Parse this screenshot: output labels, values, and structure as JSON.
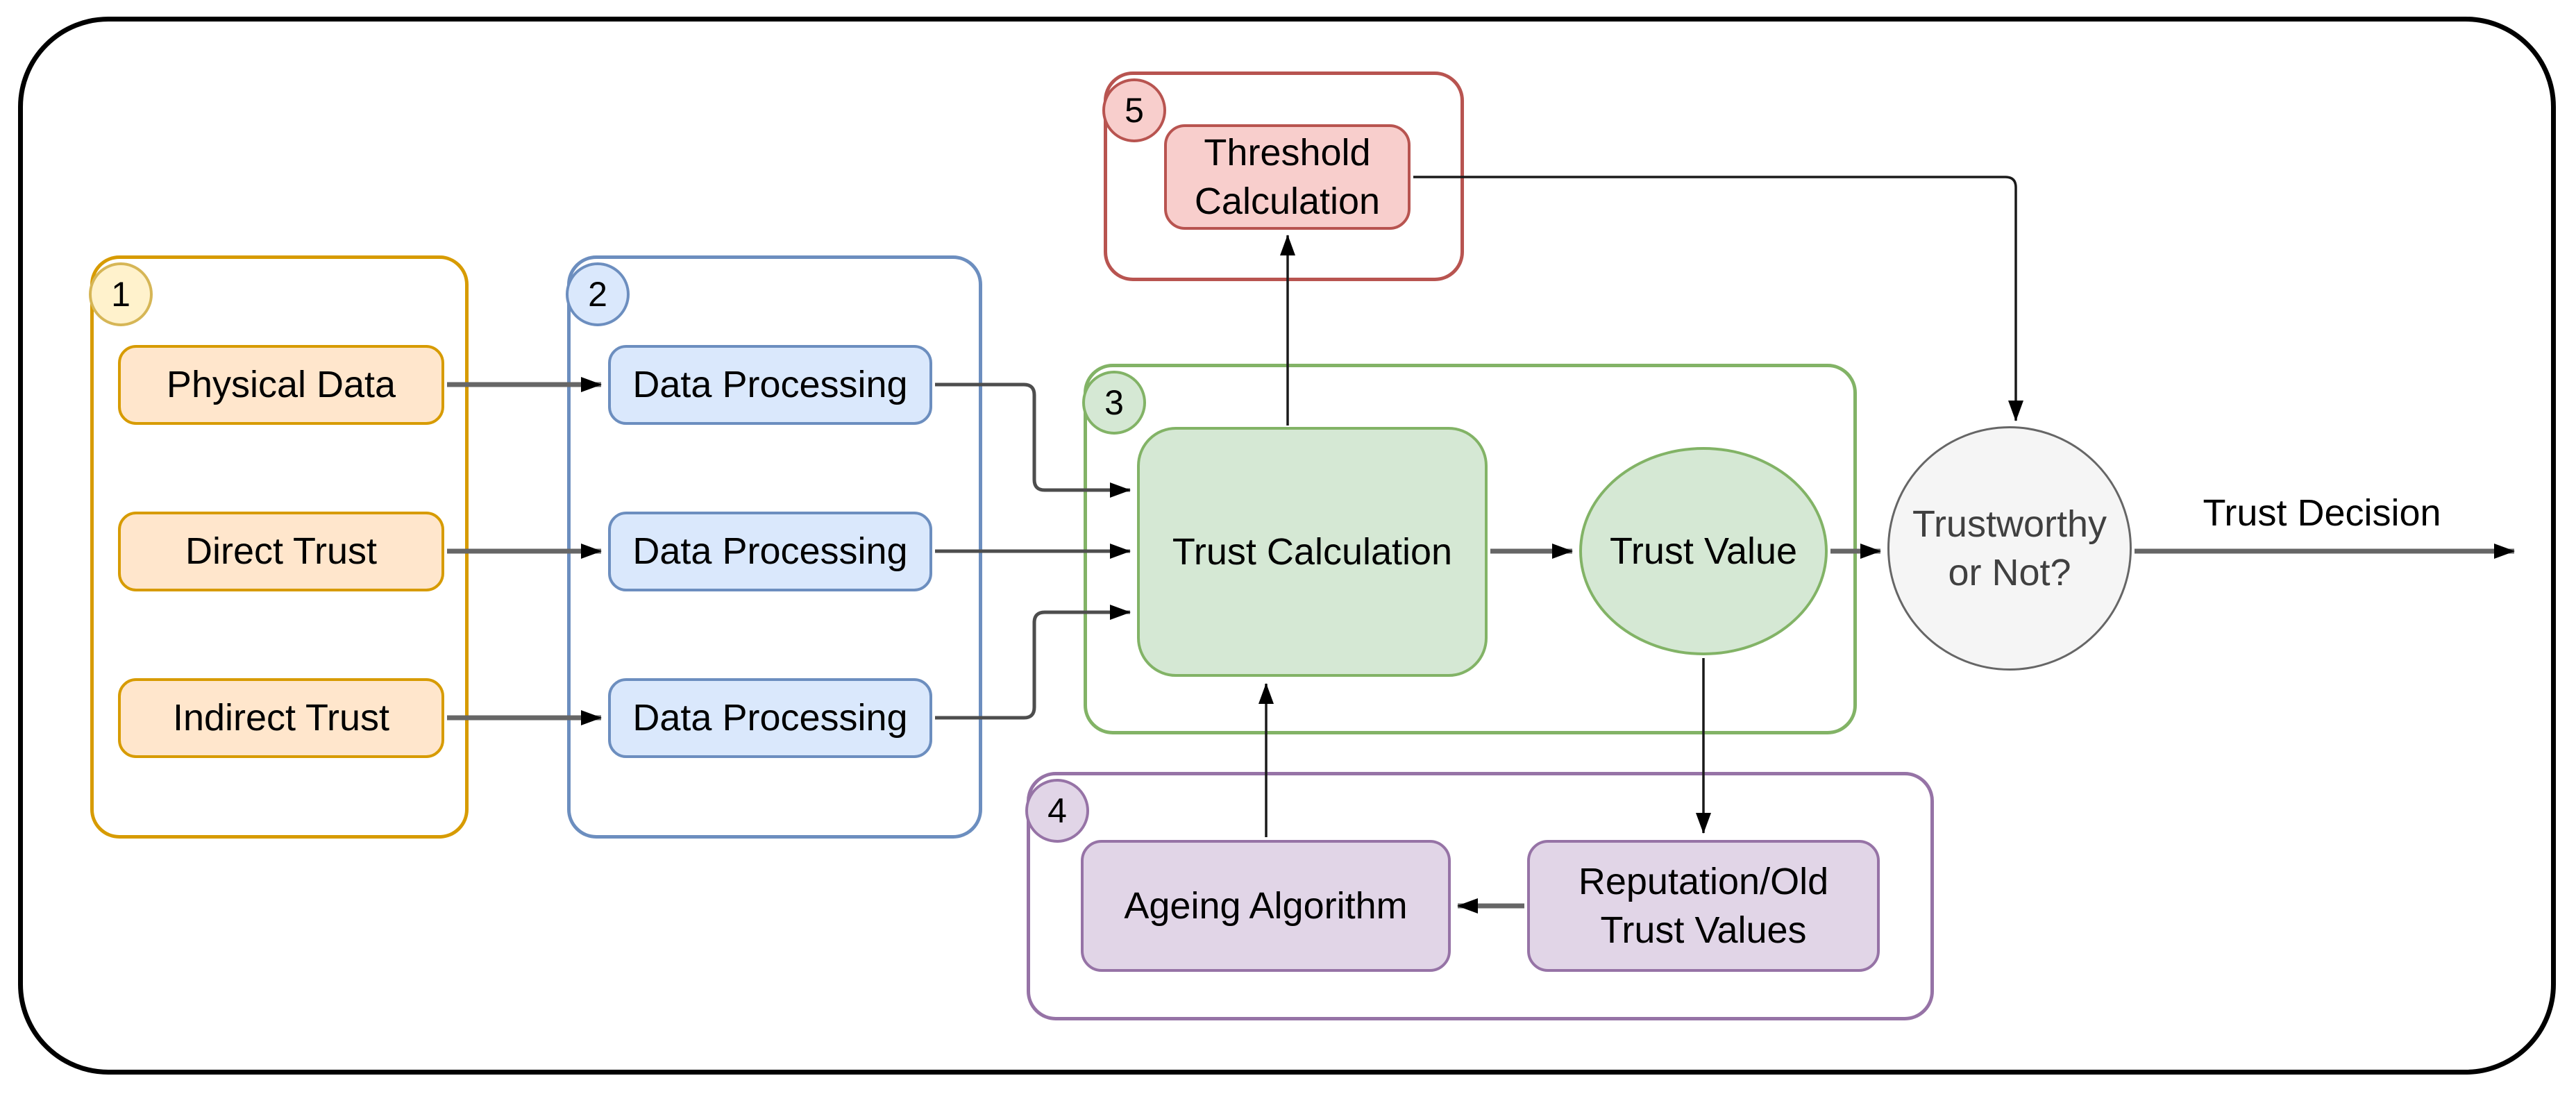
{
  "colors": {
    "outer_border": "#000000",
    "orange_fill": "#FFE6CC",
    "orange_stroke": "#D79B00",
    "yellow_badge_fill": "#FFF2CC",
    "yellow_badge_stroke": "#D6B656",
    "blue_fill": "#DAE8FC",
    "blue_stroke": "#6C8EBF",
    "green_fill": "#D5E8D4",
    "green_stroke": "#82B366",
    "red_fill": "#F8CECC",
    "red_stroke": "#B85450",
    "purple_fill": "#E1D5E7",
    "purple_stroke": "#9673A6",
    "decision_fill": "#F5F5F5",
    "decision_stroke": "#666666",
    "decision_text": "#404040",
    "connector_thick": "#666666",
    "connector_med": "#4D4D4D",
    "connector_thin": "#1A1A1A",
    "arrowhead": "#000000",
    "node_text": "#000000"
  },
  "group1": {
    "number": "1",
    "box1": "Physical Data",
    "box2": "Direct Trust",
    "box3": "Indirect Trust"
  },
  "group2": {
    "number": "2",
    "box1": "Data Processing",
    "box2": "Data Processing",
    "box3": "Data Processing"
  },
  "group3": {
    "number": "3",
    "trust_calculation": "Trust Calculation",
    "trust_value": "Trust Value"
  },
  "group4": {
    "number": "4",
    "ageing_algorithm": "Ageing Algorithm",
    "reputation_old_trust_values": "Reputation/Old Trust Values"
  },
  "group5": {
    "number": "5",
    "threshold_calculation": "Threshold Calculation"
  },
  "decision": {
    "label": "Trustworthy or Not?"
  },
  "output": {
    "trust_decision_label": "Trust Decision"
  }
}
